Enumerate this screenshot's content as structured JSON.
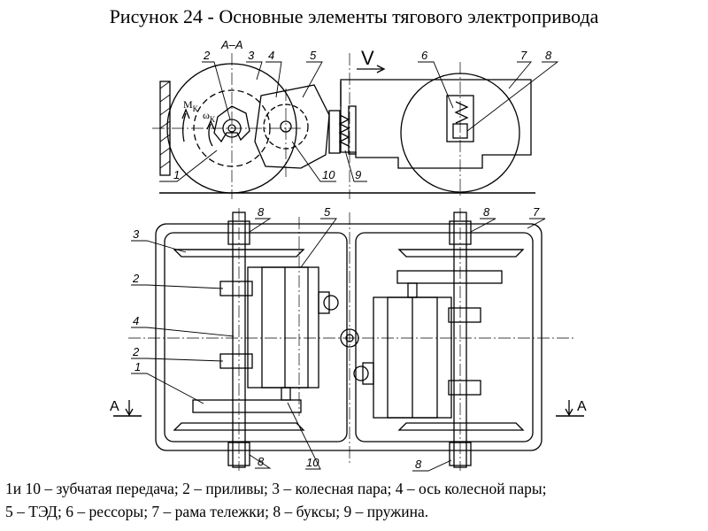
{
  "title": "Рисунок 24 - Основные элементы тягового электропривода",
  "section_label": "А–А",
  "direction_label": "V",
  "symbols": {
    "moment": "М",
    "moment_sub": "К",
    "omega": "ω",
    "omega_sub": "К"
  },
  "cut_marks": {
    "left": "А",
    "right": "А"
  },
  "callouts": {
    "side": [
      "2",
      "3",
      "4",
      "5",
      "6",
      "7",
      "8",
      "1",
      "10",
      "9"
    ],
    "plan": [
      "8",
      "3",
      "5",
      "2",
      "4",
      "2",
      "1",
      "8",
      "8",
      "7",
      "8",
      "10"
    ]
  },
  "legend": [
    "1и 10 – зубчатая передача; 2 – приливы; 3 – колесная пара; 4 – ось колесной пары;",
    "5 – ТЭД; 6 – рессоры; 7 – рама тележки; 8 – буксы; 9 – пружина."
  ]
}
